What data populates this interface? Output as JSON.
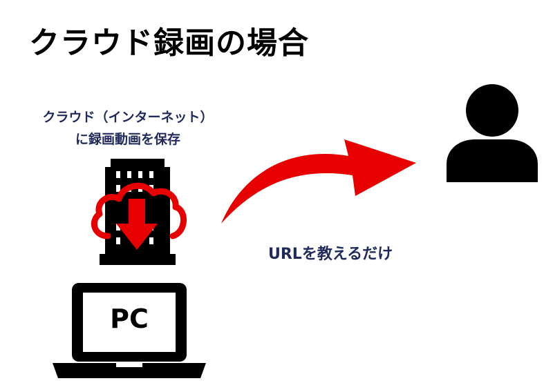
{
  "title": "クラウド録画の場合",
  "caption": {
    "line1": "クラウド（インターネット）",
    "line2": "に録画動画を保存"
  },
  "arrow_label": "URLを教えるだけ",
  "pc_label": "PC",
  "icons": {
    "building": "building-icon",
    "cloud_download": "cloud-download-icon",
    "laptop": "laptop-icon",
    "user": "user-icon",
    "arrow": "curved-arrow-icon"
  },
  "colors": {
    "title": "#000000",
    "caption": "#1f2a5a",
    "accent_red": "#e60000",
    "icon_black": "#000000"
  }
}
